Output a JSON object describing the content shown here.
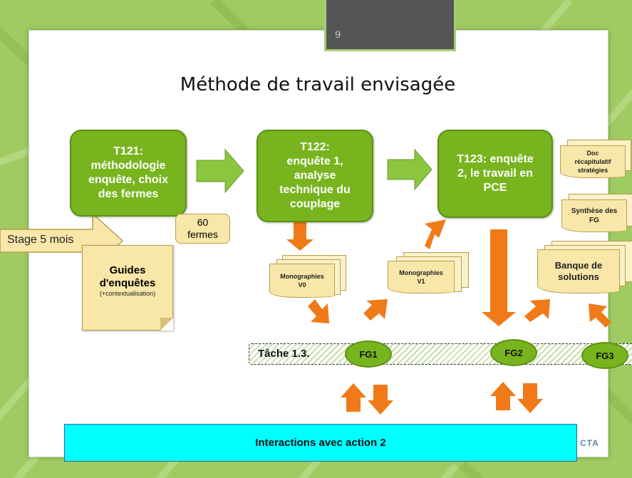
{
  "slide": {
    "page_number": "9",
    "title": "Méthode de travail envisagée"
  },
  "tasks": [
    {
      "id": "t121",
      "lines": [
        "T121:",
        "méthodologie",
        "enquête, choix",
        "des fermes"
      ]
    },
    {
      "id": "t122",
      "lines": [
        "T122:",
        "enquête 1,",
        "analyse",
        "technique du",
        "couplage"
      ]
    },
    {
      "id": "t123",
      "lines": [
        "T123: enquête",
        "2, le travail en",
        "PCE"
      ]
    }
  ],
  "stage": {
    "label": "Stage 5 mois"
  },
  "fermes": {
    "lines": [
      "60",
      "fermes"
    ]
  },
  "guide": {
    "lines": [
      "Guides",
      "d'enquêtes"
    ],
    "note": "(+contextualisation)"
  },
  "documents": {
    "monographies_v0": [
      "Monographies",
      "V0"
    ],
    "monographies_v1": [
      "Monographies",
      "V1"
    ],
    "doc_recap": [
      "Doc",
      "récapitulatif",
      "stratégies"
    ],
    "synthese_fg": [
      "Synthèse des",
      "FG"
    ],
    "banque": [
      "Banque de",
      "solutions"
    ]
  },
  "task_band": {
    "label": "Tâche 1.3."
  },
  "focus_groups": [
    "FG1",
    "FG2",
    "FG3"
  ],
  "interactions": {
    "label": "Interactions avec action 2"
  },
  "logo": {
    "text": "CTA"
  },
  "colors": {
    "task_green": "#78b41e",
    "arrow_orange": "#f07a18",
    "note_yellow": "#f9e7a9",
    "interactions_cyan": "#00ffff",
    "slide_header": "#555555"
  }
}
